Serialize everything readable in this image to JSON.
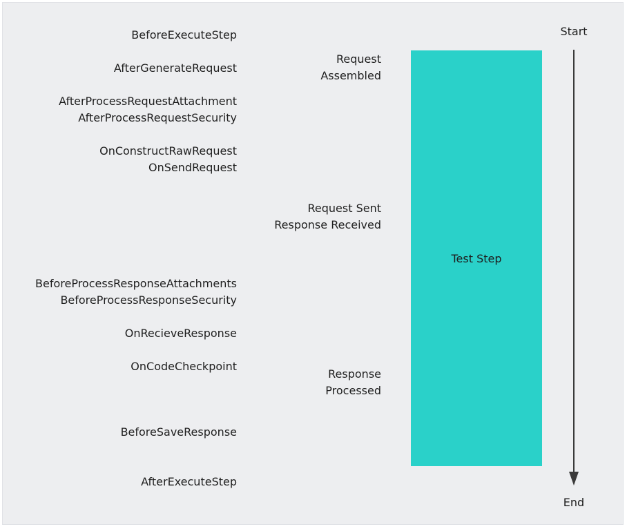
{
  "events": [
    [
      "BeforeExecuteStep"
    ],
    [
      "AfterGenerateRequest"
    ],
    [
      "AfterProcessRequestAttachment",
      "AfterProcessRequestSecurity"
    ],
    [
      "OnConstructRawRequest",
      "OnSendRequest"
    ],
    [
      "BeforeProcessResponseAttachments",
      "BeforeProcessResponseSecurity"
    ],
    [
      "OnRecieveResponse"
    ],
    [
      "OnCodeCheckpoint"
    ],
    [
      "BeforeSaveResponse"
    ],
    [
      "AfterExecuteStep"
    ]
  ],
  "phases": [
    [
      "Request",
      "Assembled"
    ],
    [
      "Request Sent",
      "Response Received"
    ],
    [
      "Response",
      "Processed"
    ]
  ],
  "test_step": {
    "label": "Test Step",
    "color": "#2ad1c9"
  },
  "timeline": {
    "start_label": "Start",
    "end_label": "End"
  }
}
